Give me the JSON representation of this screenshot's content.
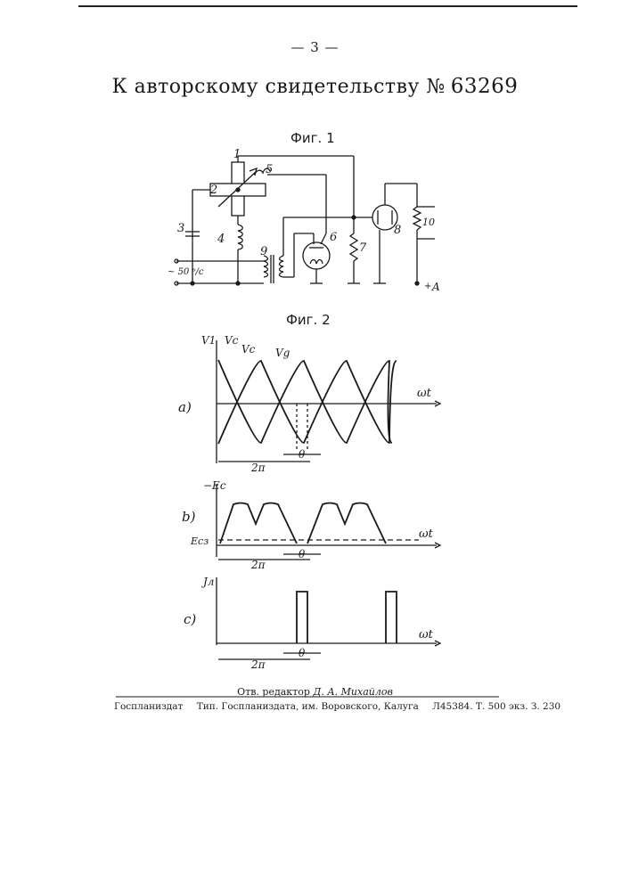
{
  "page_number": "— 3 —",
  "heading": {
    "text": "К авторскому свидетельству №",
    "number": "63269"
  },
  "figure1": {
    "caption": "Фиг. 1",
    "labels": {
      "l1": "1",
      "l2": "2",
      "l3": "3",
      "l4": "4",
      "l5": "5",
      "l6": "6",
      "l7": "7",
      "l8": "8",
      "l9": "9",
      "l10": "10",
      "supply": "~ 50 ᵖ/c",
      "plus": "+",
      "anode": "A"
    }
  },
  "figure2": {
    "caption": "Фиг. 2",
    "panel_a": {
      "tag": "a)",
      "y_labels": [
        "V1",
        "Vc"
      ],
      "vc_label": "Vc",
      "vg_label": "Vg",
      "x_label": "ωt",
      "period_label": "2π",
      "theta_label": "θ"
    },
    "panel_b": {
      "tag": "b)",
      "y_label": "−Ec",
      "e_label": "Eсз",
      "x_label": "ωt",
      "period_label": "2π",
      "theta_label": "θ"
    },
    "panel_c": {
      "tag": "c)",
      "y_label": "Jл",
      "x_label": "ωt",
      "period_label": "2π",
      "theta_label": "θ"
    }
  },
  "footer": {
    "editor_prefix": "Отв. редактор",
    "editor_name": "Д. А. Михайлов",
    "imprint": [
      "Госпланиздат",
      "Тип. Госпланиздата, им. Воровского, Калуга",
      "Л45384. Т. 500 экз. З. 230"
    ]
  }
}
